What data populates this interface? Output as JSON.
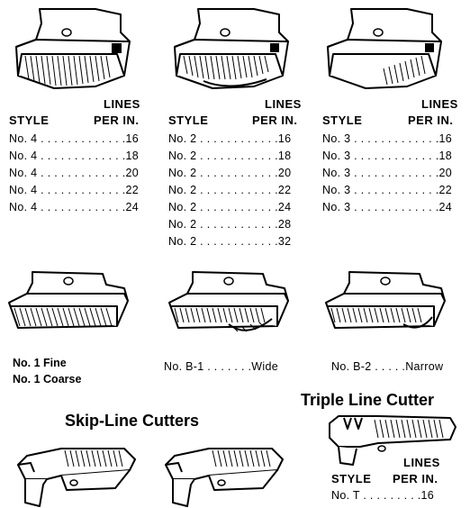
{
  "top_tables": [
    {
      "header_lines": "LINES",
      "header_style": "STYLE",
      "header_per_in": "PER IN.",
      "rows": [
        "No. 4 . . . . . . . . . . . . .16",
        "No. 4 . . . . . . . . . . . . .18",
        "No. 4 . . . . . . . . . . . . .20",
        "No. 4 . . . . . . . . . . . . .22",
        "No. 4 . . . . . . . . . . . . .24"
      ]
    },
    {
      "header_lines": "LINES",
      "header_style": "STYLE",
      "header_per_in": "PER IN.",
      "rows": [
        "No. 2 . . . . . . . . . . . .16",
        "No. 2 . . . . . . . . . . . .18",
        "No. 2 . . . . . . . . . . . .20",
        "No. 2 . . . . . . . . . . . .22",
        "No. 2 . . . . . . . . . . . .24",
        "No. 2 . . . . . . . . . . . .28",
        "No. 2 . . . . . . . . . . . .32"
      ]
    },
    {
      "header_lines": "LINES",
      "header_style": "STYLE",
      "header_per_in": "PER IN.",
      "rows": [
        "No. 3 . . . . . . . . . . . . .16",
        "No. 3 . . . . . . . . . . . . .18",
        "No. 3 . . . . . . . . . . . . .20",
        "No. 3 . . . . . . . . . . . . .22",
        "No. 3 . . . . . . . . . . . . .24"
      ]
    }
  ],
  "middle": {
    "no1_fine": "No. 1 Fine",
    "no1_coarse": "No. 1 Coarse",
    "b1": "No. B-1 . . . . . . .Wide",
    "b2": "No. B-2 . . . . .Narrow"
  },
  "bottom": {
    "skip_line_title": "Skip-Line Cutters",
    "triple_line_title": "Triple Line Cutter",
    "header_lines": "LINES",
    "header_style": "STYLE",
    "header_per_in": "PER IN.",
    "row": "No. T . . . . . . . . .16"
  }
}
